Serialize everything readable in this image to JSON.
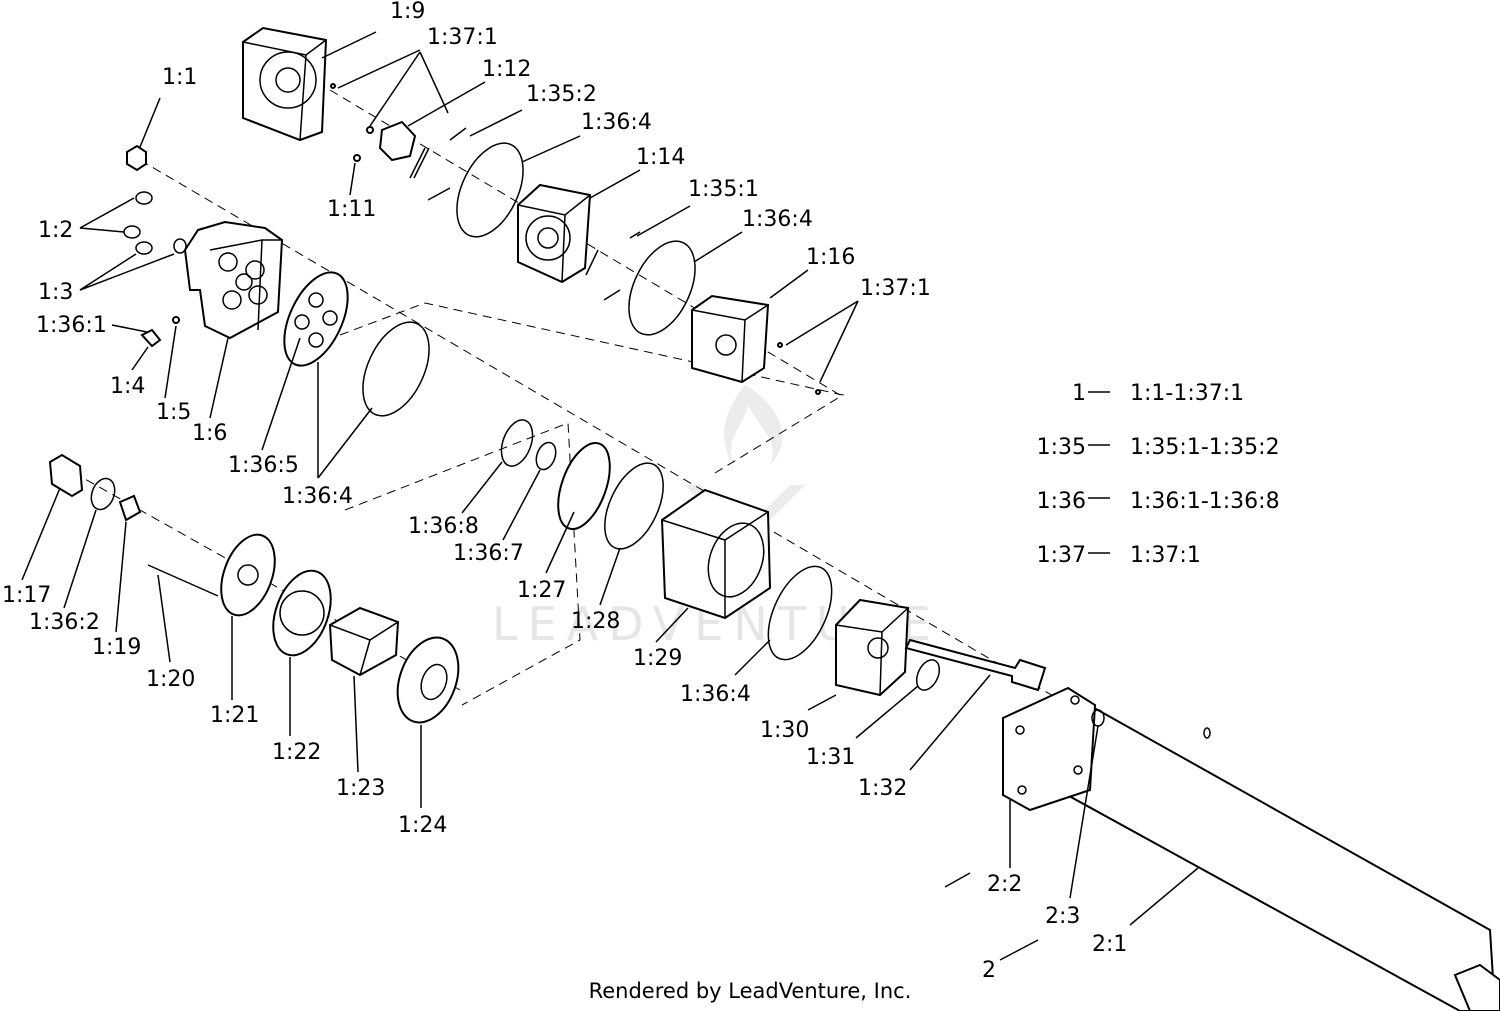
{
  "callouts": {
    "c1_9": "1:9",
    "c1_37_1_top": "1:37:1",
    "c1_1": "1:1",
    "c1_12": "1:12",
    "c1_35_2": "1:35:2",
    "c1_36_4_a": "1:36:4",
    "c1_14": "1:14",
    "c1_11": "1:11",
    "c1_2": "1:2",
    "c1_35_1": "1:35:1",
    "c1_36_4_b": "1:36:4",
    "c1_3": "1:3",
    "c1_16": "1:16",
    "c1_37_1_right": "1:37:1",
    "c1_36_1": "1:36:1",
    "c1_4": "1:4",
    "c1_5": "1:5",
    "c1_6": "1:6",
    "c1_36_5": "1:36:5",
    "c1_36_4_c": "1:36:4",
    "c1_36_8": "1:36:8",
    "c1_36_7": "1:36:7",
    "c1_27": "1:27",
    "c1_28": "1:28",
    "c1_17": "1:17",
    "c1_36_2": "1:36:2",
    "c1_19": "1:19",
    "c1_20": "1:20",
    "c1_21": "1:21",
    "c1_22": "1:22",
    "c1_23": "1:23",
    "c1_24": "1:24",
    "c1_29": "1:29",
    "c1_36_4_d": "1:36:4",
    "c1_30": "1:30",
    "c1_31": "1:31",
    "c1_32": "1:32",
    "c2_2": "2:2",
    "c2_3": "2:3",
    "c2_1": "2:1",
    "c2": "2"
  },
  "legend": [
    {
      "key": "1",
      "range": "1:1-1:37:1"
    },
    {
      "key": "1:35",
      "range": "1:35:1-1:35:2"
    },
    {
      "key": "1:36",
      "range": "1:36:1-1:36:8"
    },
    {
      "key": "1:37",
      "range": "1:37:1"
    }
  ],
  "footer": "Rendered by LeadVenture, Inc.",
  "watermark": "LEADVENTURE"
}
